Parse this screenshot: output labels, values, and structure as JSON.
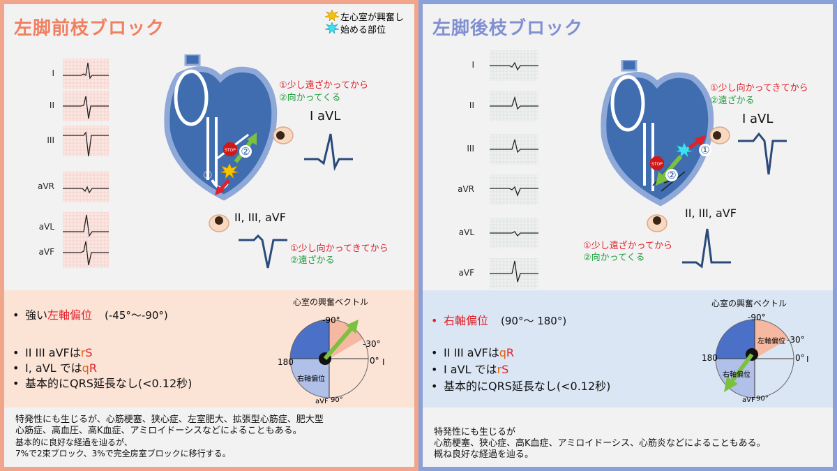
{
  "legend": {
    "item1": "左心室が興奮し",
    "item2": "始める部位"
  },
  "left": {
    "title": "左脚前枝ブロック",
    "leads": [
      "I",
      "II",
      "III",
      "aVR",
      "aVL",
      "aVF"
    ],
    "eye_top_label": "I aVL",
    "eye_top_note1": "①少し遠ざかってから",
    "eye_top_note2": "②向かってくる",
    "eye_bottom_label": "II, III, aVF",
    "eye_bottom_note1": "①少し向かってきてから",
    "eye_bottom_note2": "②遠ざかる",
    "marker1": "①",
    "marker2": "②",
    "bullet1_prefix": "強い",
    "bullet1_em": "左軸偏位",
    "bullet1_range": "(-45°～-90°)",
    "bullet2_prefix": "II III aVFは",
    "bullet2_q": "r",
    "bullet2_s": "S",
    "bullet3_prefix": "I, aVL では",
    "bullet3_q": "q",
    "bullet3_s": "R",
    "bullet4": "基本的にQRS延長なし(<0.12秒)",
    "vector_title": "心室の興奮ベクトル",
    "vector_labels": {
      "top": "-90°",
      "m30": "-30°",
      "right": "0°",
      "i": "I",
      "left": "180",
      "bottom": "aVF",
      "b90": "90°",
      "right_dev": "右軸偏位"
    },
    "bottom_lines": [
      "特発性にも生じるが、心筋梗塞、狭心症、左室肥大、拡張型心筋症、肥大型",
      "心筋症、高血圧、高K血症、アミロイドーシスなどによることもある。",
      "基本的に良好な経過を辿るが、",
      "7%で2束ブロック、3%で完全房室ブロックに移行する。"
    ]
  },
  "right": {
    "title": "左脚後枝ブロック",
    "leads": [
      "I",
      "II",
      "III",
      "aVR",
      "aVL",
      "aVF"
    ],
    "eye_top_label": "I aVL",
    "eye_top_note1": "①少し向かってきてから",
    "eye_top_note2": "②遠ざかる",
    "eye_bottom_label": "II, III, aVF",
    "eye_bottom_note1": "①少し遠ざかってから",
    "eye_bottom_note2": "②向かってくる",
    "marker1": "①",
    "marker2": "②",
    "bullet1_em": "右軸偏位",
    "bullet1_range": "(90°～ 180°)",
    "bullet2_prefix": "II III aVFは",
    "bullet2_q": "q",
    "bullet2_s": "R",
    "bullet3_prefix": "I aVL では",
    "bullet3_q": "r",
    "bullet3_s": "S",
    "bullet4": "基本的にQRS延長なし(<0.12秒)",
    "vector_title": "心室の興奮ベクトル",
    "vector_labels": {
      "top": "-90°",
      "m30": "-30°",
      "right": "0°",
      "i": "I",
      "left": "180",
      "bottom": "aVF",
      "b90": "90°",
      "left_dev": "左軸偏位",
      "right_dev": "右軸偏位"
    },
    "bottom_lines": [
      "特発性にも生じるが",
      "心筋梗塞、狭心症、高K血症、アミロイドーシス、心筋炎などによることもある。",
      "概ね良好な経過を辿る。"
    ]
  },
  "colors": {
    "left_border": "#f1a58a",
    "right_border": "#8aa0d8",
    "left_title": "#f08060",
    "right_title": "#8090d0",
    "left_mid": "#fbe3d6",
    "right_mid": "#dbe6f4",
    "heart_fill": "#3f6db0",
    "heart_light": "#8ea8d8"
  },
  "icons": [
    "alert-burst-icon",
    "stop-sign-icon",
    "eye-icon",
    "arrow-icon"
  ]
}
